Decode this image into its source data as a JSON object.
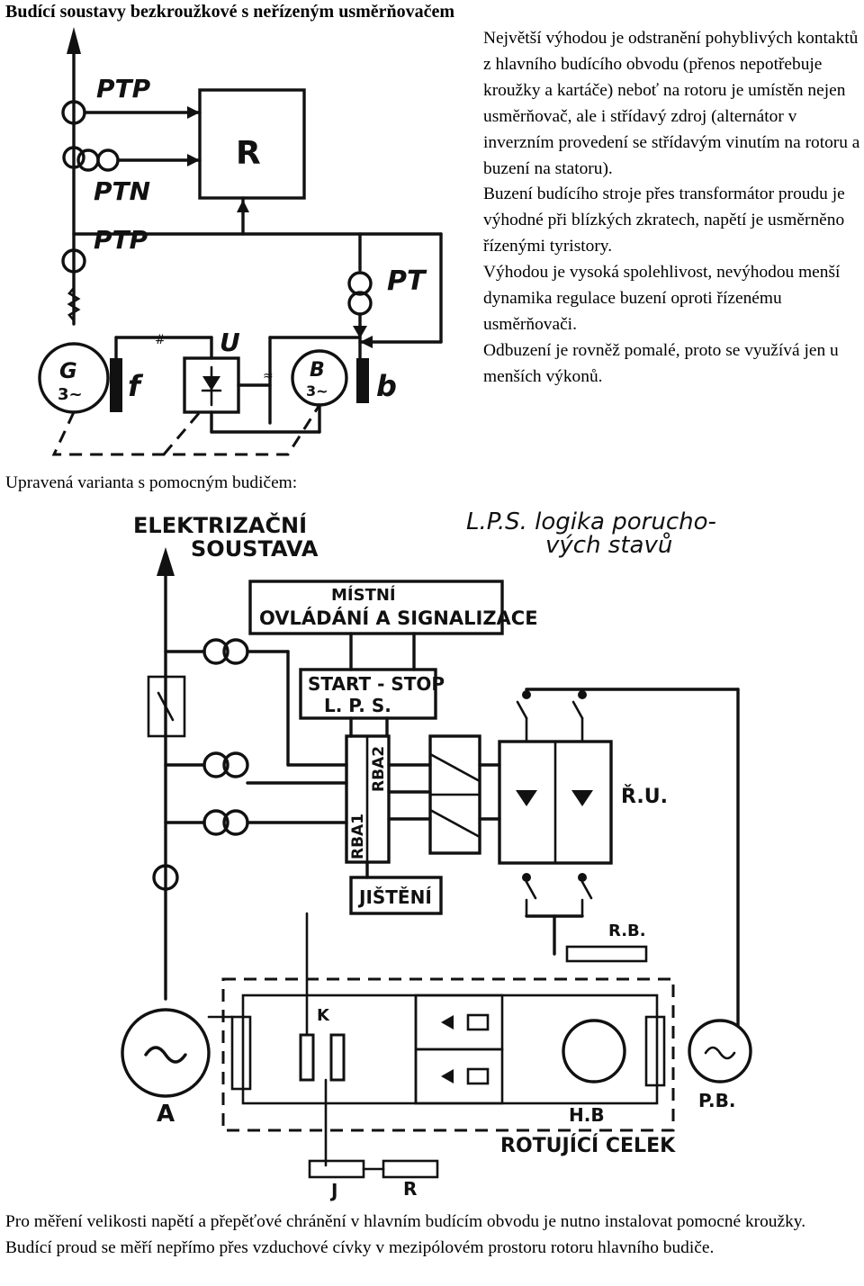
{
  "title": "Budící soustavy bezkroužkové s neřízeným usměrňovačem",
  "paragraph": [
    "Největší výhodou je odstranění pohyblivých kontaktů z hlavního budícího obvodu (přenos nepotřebuje kroužky a kartáče) neboť na rotoru je umístěn nejen usměrňovač, ale i střídavý zdroj (alternátor v inverzním provedení se střídavým vinutím na rotoru a buzení na statoru).",
    "Buzení budícího stroje přes transformátor proudu je výhodné při blízkých zkratech, napětí je usměrněno řízenými tyristory.",
    "Výhodou je vysoká spolehlivost, nevýhodou menší dynamika regulace buzení oproti řízenému usměrňovači.",
    "Odbuzení je rovněž pomalé, proto se využívá jen u menších výkonů."
  ],
  "subtitle": "Upravená varianta s pomocným budičem:",
  "footer": "Pro měření velikosti napětí a přepěťové chránění v hlavním budícím obvodu je nutno instalovat pomocné kroužky. Budící proud se měří nepřímo přes vzduchové cívky v mezipólovém prostoru rotoru hlavního budiče.",
  "diagram1": {
    "ptp_top": "PTP",
    "ptn": "PTN",
    "ptp_mid": "PTP",
    "r_block": "R",
    "pt": "PT",
    "u_label": "U",
    "g_label": "G",
    "g_phase": "3~",
    "f_label": "f",
    "b_label": "B",
    "b_phase": "3~",
    "b_small": "b"
  },
  "diagram2": {
    "elektrizacni": "ELEKTRIZAČNÍ",
    "soustava": "SOUSTAVA",
    "lps_logic_1": "L.P.S.  logika porucho-",
    "lps_logic_2": "vých stavů",
    "mistni": "MÍSTNÍ",
    "ovladani": "OVLÁDÁNÍ A SIGNALIZACE",
    "startstop_1": "START - STOP",
    "startstop_2": "L.  P.  S.",
    "rba1": "RBA1",
    "rba2": "RBA2",
    "jisteni": "JIŠTĚNÍ",
    "ru": "Ř.U.",
    "rb": "R.B.",
    "k": "K",
    "a": "A",
    "hb": "H.B",
    "pb": "P.B.",
    "rotujici": "ROTUJÍCÍ CELEK",
    "j": "J",
    "r": "R"
  }
}
